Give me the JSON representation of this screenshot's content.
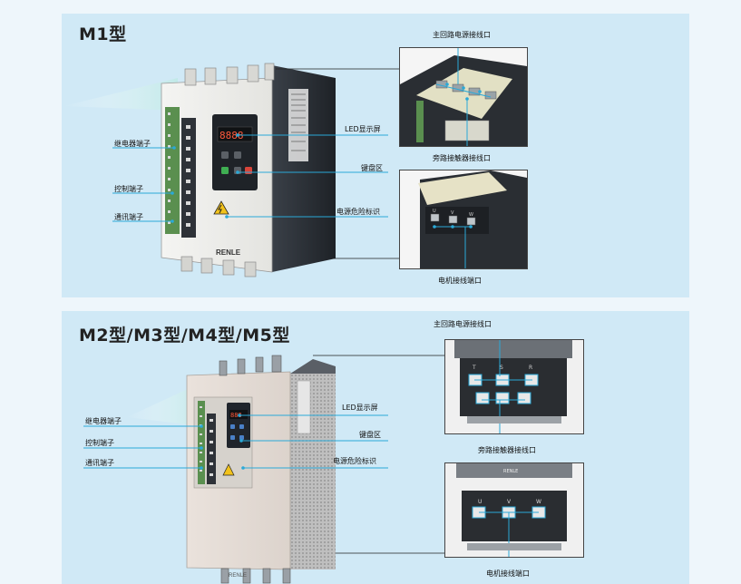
{
  "colors": {
    "panel_bg": "#d0e9f6",
    "page_bg": "#eef6fb",
    "leader_line": "#2aa9d8",
    "device_dark": "#2b3036"
  },
  "m1": {
    "title": "M1型",
    "labels": {
      "relay": "继电器端子",
      "control": "控制端子",
      "comm": "通讯端子",
      "led": "LED显示屏",
      "keypad": "键盘区",
      "danger": "电源危险标识",
      "main_port": "主回路电源接线口",
      "bypass_port": "旁路接触器接线口",
      "motor_port": "电机接线端口"
    },
    "brand": "RENLE",
    "display_digits": "8888"
  },
  "m2": {
    "title": "M2型/M3型/M4型/M5型",
    "labels": {
      "relay": "继电器端子",
      "control": "控制端子",
      "comm": "通讯端子",
      "led": "LED显示屏",
      "keypad": "键盘区",
      "danger": "电源危险标识",
      "main_port": "主回路电源接线口",
      "bypass_port": "旁路接触器接线口",
      "motor_port": "电机接线端口"
    },
    "display_digits": "888",
    "terminal_top": [
      "T",
      "S",
      "R"
    ],
    "terminal_motor": [
      "U",
      "V",
      "W"
    ],
    "brand_small": "RENLE"
  }
}
